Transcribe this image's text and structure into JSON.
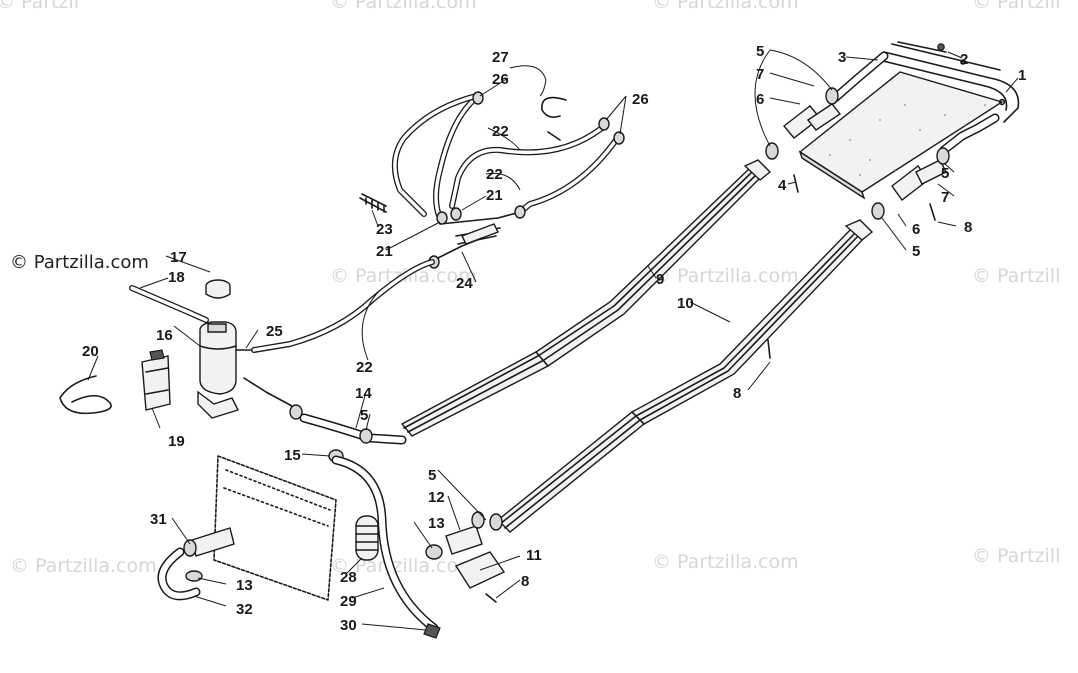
{
  "watermark": {
    "main": "© Partzilla.com",
    "faint": "© Partzilla.com",
    "faint_edge_left": "© Partzil",
    "faint_edge_right": "© Partzill"
  },
  "callouts": [
    "1",
    "2",
    "3",
    "4",
    "5",
    "5",
    "5",
    "5",
    "5",
    "6",
    "6",
    "7",
    "7",
    "8",
    "8",
    "8",
    "9",
    "10",
    "11",
    "12",
    "13",
    "13",
    "14",
    "15",
    "16",
    "17",
    "18",
    "19",
    "20",
    "21",
    "21",
    "22",
    "22",
    "22",
    "23",
    "24",
    "25",
    "26",
    "26",
    "27",
    "28",
    "29",
    "30",
    "31",
    "32"
  ]
}
